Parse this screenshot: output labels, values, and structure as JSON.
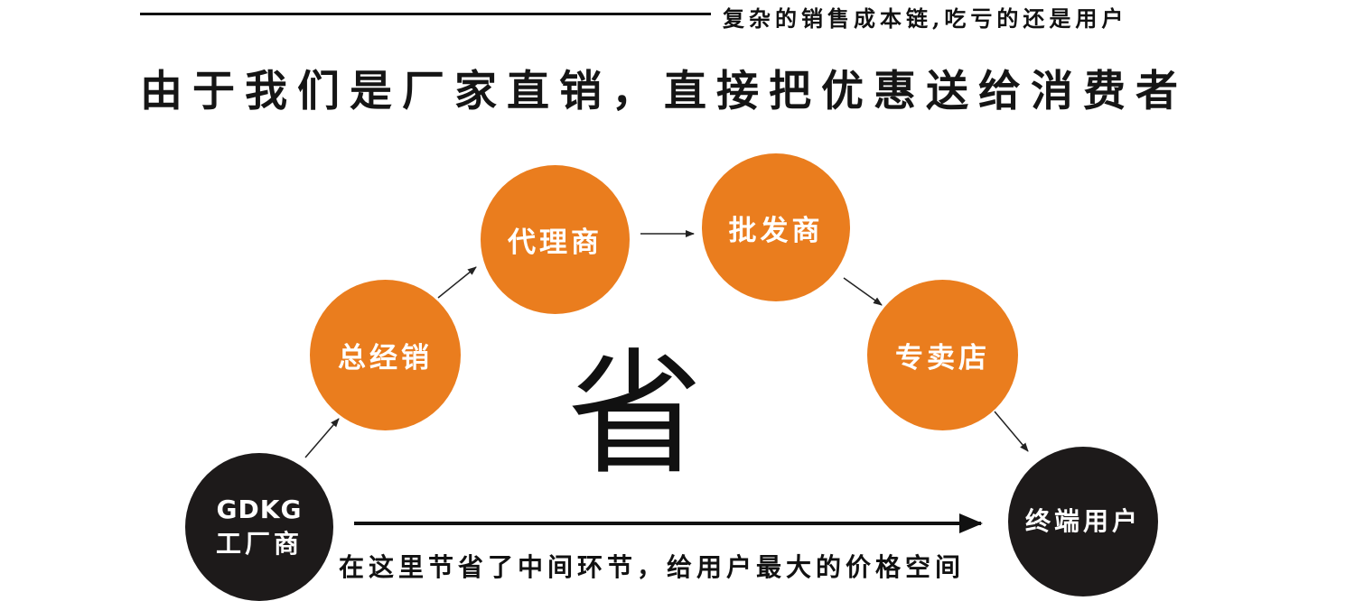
{
  "header": {
    "tagline": "复杂的销售成本链,吃亏的还是用户",
    "headline": "由于我们是厂家直销，直接把优惠送给消费者"
  },
  "nodes": {
    "factory": {
      "line1": "GDKG",
      "line2": "工厂商"
    },
    "general_distributor": "总经销",
    "agent": "代理商",
    "wholesaler": "批发商",
    "store": "专卖店",
    "end_user": "终端用户"
  },
  "center_char": "省",
  "bottom_caption": "在这里节省了中间环节，给用户最大的价格空间",
  "colors": {
    "orange_node": "#ea7d1e",
    "black_node": "#1d1a1a",
    "text": "#111111"
  }
}
